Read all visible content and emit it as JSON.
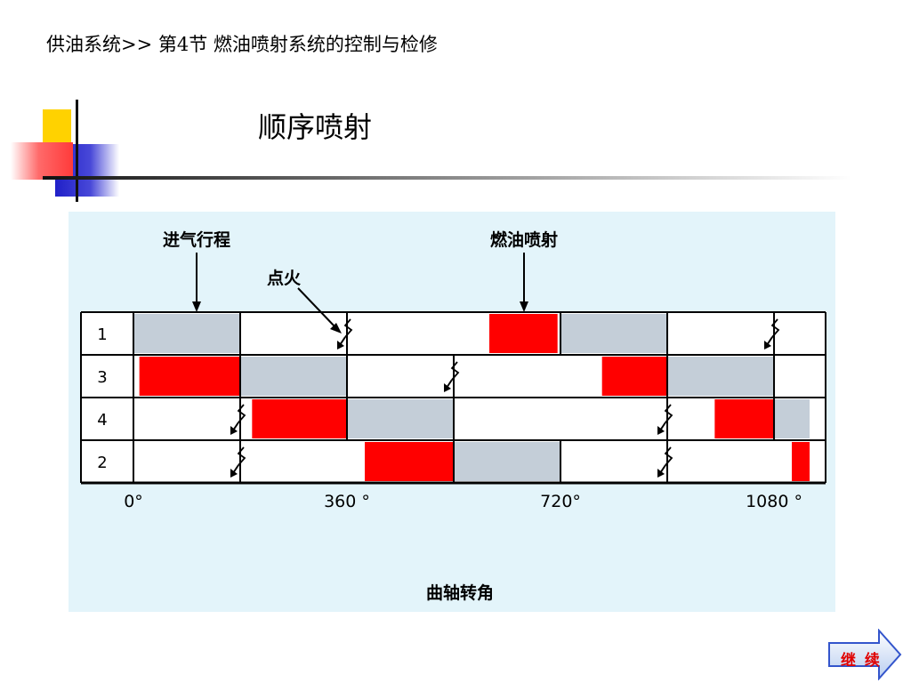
{
  "header": {
    "breadcrumb": "供油系统>> 第4节 燃油喷射系统的控制与检修"
  },
  "slide": {
    "title": "顺序喷射"
  },
  "diagram": {
    "labels": {
      "intake": "进气行程",
      "ignition": "点火",
      "injection": "燃油喷射",
      "axis_title": "曲轴转角"
    },
    "cylinders": [
      "1",
      "3",
      "4",
      "2"
    ],
    "axis_ticks": [
      {
        "angle": 0,
        "label": "0°"
      },
      {
        "angle": 360,
        "label": "360 °"
      },
      {
        "angle": 720,
        "label": "720°"
      },
      {
        "angle": 1080,
        "label": "1080 °"
      }
    ],
    "intake_strokes": [
      [
        [
          0,
          180
        ],
        [
          720,
          900
        ]
      ],
      [
        [
          180,
          360
        ],
        [
          900,
          1080
        ]
      ],
      [
        [
          360,
          540
        ],
        [
          1080,
          1140
        ]
      ],
      [
        [
          540,
          720
        ]
      ]
    ],
    "injection_pulses": [
      [
        [
          600,
          715
        ]
      ],
      [
        [
          10,
          180
        ],
        [
          790,
          900
        ]
      ],
      [
        [
          200,
          360
        ],
        [
          980,
          1080
        ]
      ],
      [
        [
          390,
          540
        ],
        [
          1110,
          1140
        ]
      ]
    ],
    "ignition_angles": [
      [
        360,
        1080
      ],
      [
        540
      ],
      [
        180,
        900
      ],
      [
        180,
        900
      ]
    ],
    "event_colors": {
      "intake": "#c4ced8",
      "injection": "#ff0000"
    }
  },
  "nav": {
    "continue_label": "继 续"
  }
}
